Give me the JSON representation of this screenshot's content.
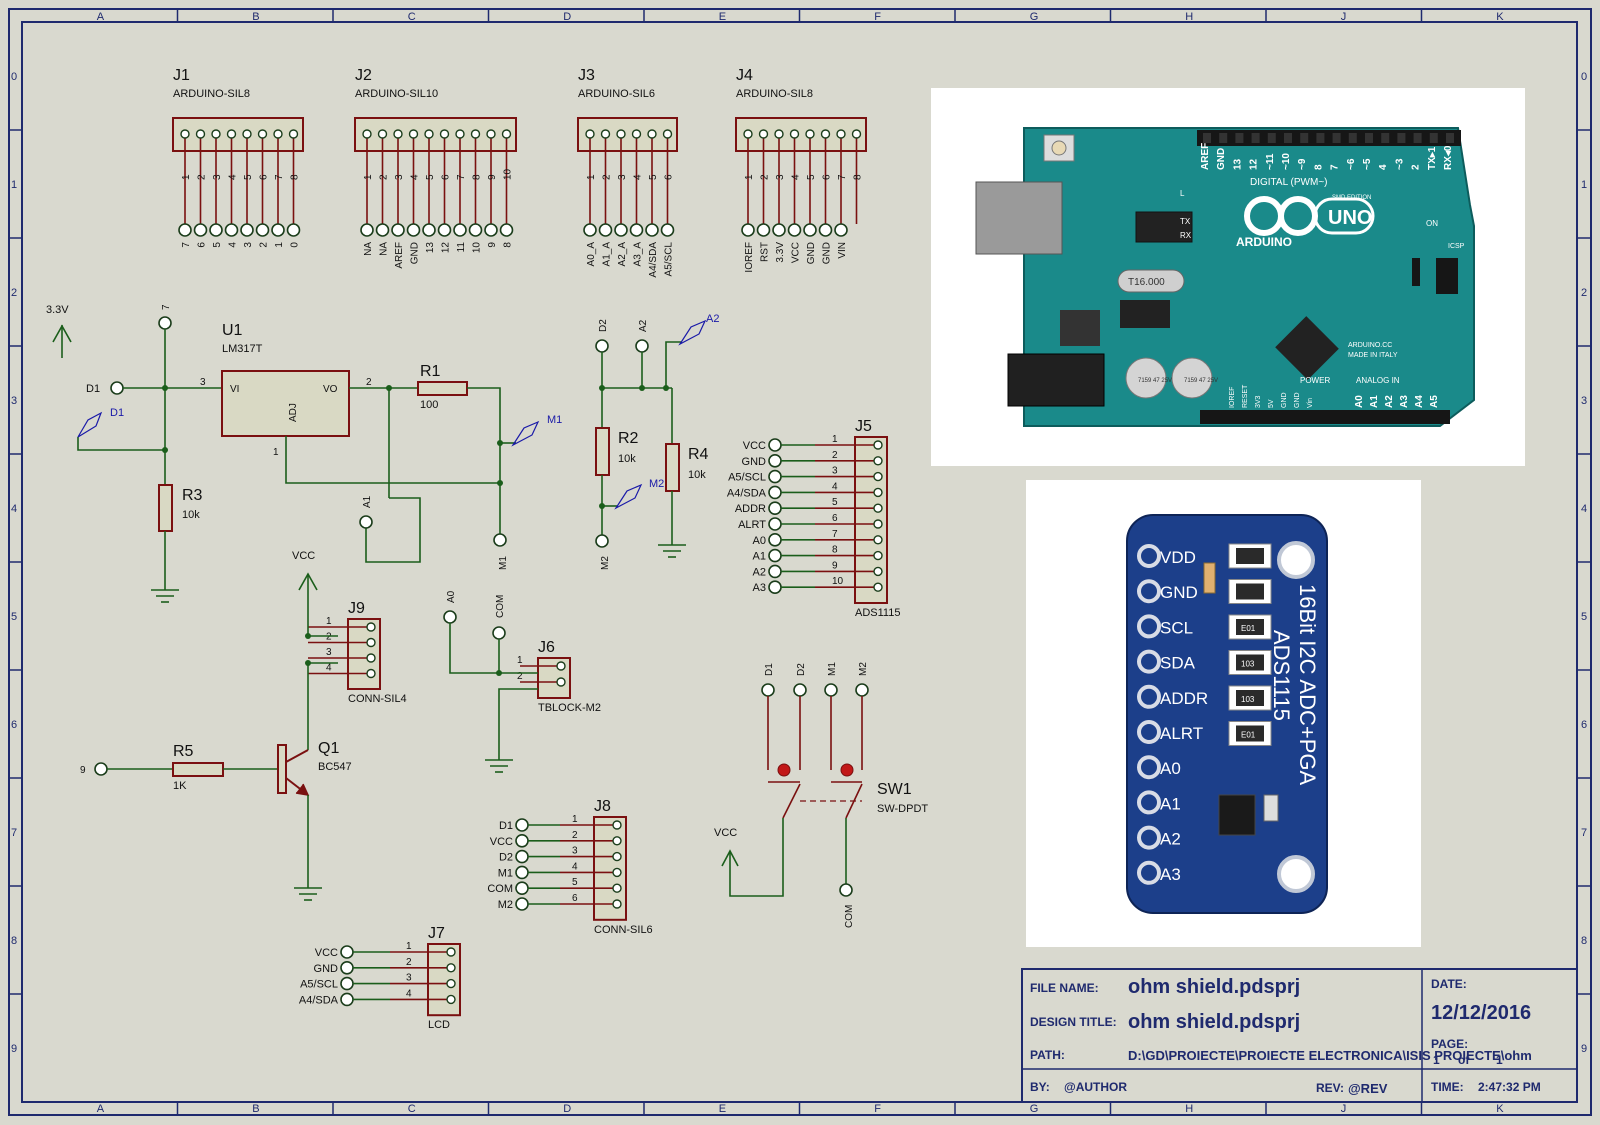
{
  "grid": {
    "cols": [
      "A",
      "B",
      "C",
      "D",
      "E",
      "F",
      "G",
      "H",
      "J",
      "K"
    ],
    "rows": [
      "0",
      "1",
      "2",
      "3",
      "4",
      "5",
      "6",
      "7",
      "8",
      "9"
    ]
  },
  "headers": [
    {
      "ref": "J1",
      "type": "ARDUINO-SIL8",
      "pins": [
        "1",
        "2",
        "3",
        "4",
        "5",
        "6",
        "7",
        "8"
      ],
      "nets": [
        "7",
        "6",
        "5",
        "4",
        "3",
        "2",
        "1",
        "0"
      ]
    },
    {
      "ref": "J2",
      "type": "ARDUINO-SIL10",
      "pins": [
        "1",
        "2",
        "3",
        "4",
        "5",
        "6",
        "7",
        "8",
        "9",
        "10"
      ],
      "nets": [
        "NA",
        "NA",
        "AREF",
        "GND",
        "13",
        "12",
        "11",
        "10",
        "9",
        "8"
      ]
    },
    {
      "ref": "J3",
      "type": "ARDUINO-SIL6",
      "pins": [
        "1",
        "2",
        "3",
        "4",
        "5",
        "6"
      ],
      "nets": [
        "A0_A",
        "A1_A",
        "A2_A",
        "A3_A",
        "A4/SDA",
        "A5/SCL"
      ]
    },
    {
      "ref": "J4",
      "type": "ARDUINO-SIL8",
      "pins": [
        "1",
        "2",
        "3",
        "4",
        "5",
        "6",
        "7",
        "8"
      ],
      "nets": [
        "IOREF",
        "RST",
        "3.3V",
        "VCC",
        "GND",
        "GND",
        "VIN"
      ]
    }
  ],
  "power": {
    "v33": "3.3V",
    "vcc": "VCC"
  },
  "u1": {
    "ref": "U1",
    "value": "LM317T",
    "vi": "VI",
    "vo": "VO",
    "adj": "ADJ",
    "pin1": "1",
    "pin2": "2",
    "pin3": "3"
  },
  "terminals": {
    "t7": "7",
    "d1": "D1",
    "a1": "A1",
    "m1": "M1",
    "d2": "D2",
    "a2": "A2",
    "m2": "M2",
    "a0": "A0",
    "com": "COM",
    "t9": "9",
    "sw_d1": "D1",
    "sw_d2": "D2",
    "sw_m1": "M1",
    "sw_m2": "M2",
    "sw_com": "COM"
  },
  "probes": {
    "d1": "D1",
    "m1": "M1",
    "a2": "A2",
    "m2": "M2"
  },
  "resistors": [
    {
      "ref": "R1",
      "value": "100"
    },
    {
      "ref": "R2",
      "value": "10k"
    },
    {
      "ref": "R3",
      "value": "10k"
    },
    {
      "ref": "R4",
      "value": "10k"
    },
    {
      "ref": "R5",
      "value": "1K"
    }
  ],
  "j5": {
    "ref": "J5",
    "type": "ADS1115",
    "pins": [
      "1",
      "2",
      "3",
      "4",
      "5",
      "6",
      "7",
      "8",
      "9",
      "10"
    ],
    "nets": [
      "VCC",
      "GND",
      "A5/SCL",
      "A4/SDA",
      "ADDR",
      "ALRT",
      "A0",
      "A1",
      "A2",
      "A3"
    ]
  },
  "j9": {
    "ref": "J9",
    "type": "CONN-SIL4",
    "pins": [
      "1",
      "2",
      "3",
      "4"
    ]
  },
  "j6": {
    "ref": "J6",
    "type": "TBLOCK-M2",
    "pins": [
      "1",
      "2"
    ]
  },
  "j8": {
    "ref": "J8",
    "type": "CONN-SIL6",
    "pins": [
      "1",
      "2",
      "3",
      "4",
      "5",
      "6"
    ],
    "nets": [
      "D1",
      "VCC",
      "D2",
      "M1",
      "COM",
      "M2"
    ]
  },
  "j7": {
    "ref": "J7",
    "type": "LCD",
    "pins": [
      "1",
      "2",
      "3",
      "4"
    ],
    "nets": [
      "VCC",
      "GND",
      "A5/SCL",
      "A4/SDA"
    ]
  },
  "q1": {
    "ref": "Q1",
    "value": "BC547"
  },
  "sw1": {
    "ref": "SW1",
    "value": "SW-DPDT",
    "vcc": "VCC"
  },
  "uno_photo": {
    "digital_pins": [
      "AREF",
      "GND",
      "13",
      "12",
      "~11",
      "~10",
      "~9",
      "8",
      "7",
      "~6",
      "~5",
      "4",
      "~3",
      "2",
      "TX▸1",
      "RX◂0"
    ],
    "digital_label": "DIGITAL (PWM~)",
    "brand": "ARDUINO",
    "model": "UNO",
    "edition": "SMD EDITION",
    "on_label": "ON",
    "icsp": "ICSP",
    "tx": "TX",
    "rx": "RX",
    "l": "L",
    "crystal": "T16.000",
    "site": "ARDUINO.CC",
    "made": "MADE IN ITALY",
    "cap1": "7159 47 25V",
    "cap2": "7159 47 25V",
    "power_label": "POWER",
    "analog_label": "ANALOG IN",
    "power_pins": [
      "IOREF",
      "RESET",
      "3V3",
      "5V",
      "GND",
      "GND",
      "Vin"
    ],
    "analog_pins": [
      "A0",
      "A1",
      "A2",
      "A3",
      "A4",
      "A5"
    ]
  },
  "ads_photo": {
    "pins": [
      "VDD",
      "GND",
      "SCL",
      "SDA",
      "ADDR",
      "ALRT",
      "A0",
      "A1",
      "A2",
      "A3"
    ],
    "title1": "16Bit I2C ADC+PGA",
    "title2": "ADS1115",
    "smd_codes": [
      "E01",
      "103",
      "103",
      "E01"
    ]
  },
  "title_block": {
    "file_label": "FILE NAME:",
    "file_value": "ohm shield.pdsprj",
    "design_label": "DESIGN TITLE:",
    "design_value": "ohm shield.pdsprj",
    "path_label": "PATH:",
    "path_value": "D:\\GD\\PROIECTE\\PROIECTE ELECTRONICA\\ISIS PROIECTE\\ohm",
    "by_label": "BY:",
    "by_value": "@AUTHOR",
    "rev_label": "REV:",
    "rev_value": "@REV",
    "date_label": "DATE:",
    "date_value": "12/12/2016",
    "page_label": "PAGE:",
    "page_value": "1",
    "of_label": "of",
    "page_total": "1",
    "time_label": "TIME:",
    "time_value": "2:47:32 PM"
  },
  "colors": {
    "wire": "#1b5e1b",
    "frame": "#1f2a6e",
    "part": "#7a1010",
    "background": "#d9d9cf",
    "pcb": "#1a8a8a",
    "ads_board": "#1c3f8a"
  }
}
